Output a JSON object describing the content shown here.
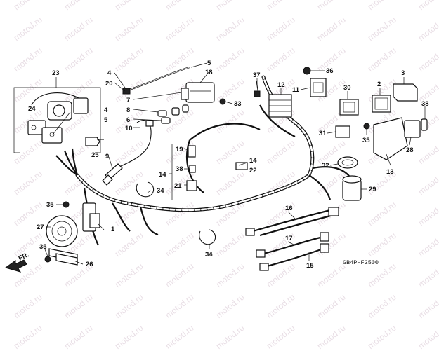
{
  "watermark": {
    "text": "motod.ru"
  },
  "diagram_code": "GB4P-F2500",
  "direction_label": "FR.",
  "callouts": {
    "c1": "1",
    "c2": "2",
    "c3": "3",
    "c4a": "4",
    "c4b": "4",
    "c5a": "5",
    "c5b": "5",
    "c6": "6",
    "c7": "7",
    "c8": "8",
    "c9": "9",
    "c10": "10",
    "c11": "11",
    "c12": "12",
    "c13": "13",
    "c14a": "14",
    "c14b": "14",
    "c15": "15",
    "c16": "16",
    "c17": "17",
    "c18": "18",
    "c19": "19",
    "c20": "20",
    "c21": "21",
    "c22": "22",
    "c23": "23",
    "c24": "24",
    "c25": "25",
    "c26": "26",
    "c27": "27",
    "c28": "28",
    "c29": "29",
    "c30": "30",
    "c31": "31",
    "c32": "32",
    "c33": "33",
    "c34a": "34",
    "c34b": "34",
    "c35a": "35",
    "c35b": "35",
    "c35c": "35",
    "c36": "36",
    "c37": "37",
    "c38a": "38",
    "c38b": "38"
  }
}
